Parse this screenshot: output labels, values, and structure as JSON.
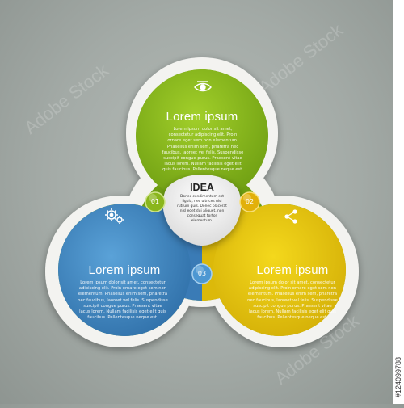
{
  "watermark": {
    "text": "Adobe Stock"
  },
  "stock_id": {
    "text": "#124099788"
  },
  "center": {
    "title": "IDEA",
    "body": "Donec condimentum est ligula, nec ultrices nisl rutrum quis. Donec placerat nisl eget dui aliquet, non consequat tortor elementum."
  },
  "segments": [
    {
      "id": "01",
      "color": "#8ab61c",
      "title": "Lorem ipsum",
      "icon": "eye-icon",
      "body": "Lorem ipsum dolor sit amet, consectetur adipiscing elit. Proin ornare eget sem non elementum. Phasellus enim sem, pharetra nec faucibus, laoreet vel felis. Suspendisse suscipit congue purus. Praesent vitae lacus lorem. Nullam facilisis eget elit quis faucibus. Pellentesque neque est."
    },
    {
      "id": "02",
      "color": "#e2c30a",
      "title": "Lorem ipsum",
      "icon": "share-icon",
      "body": "Lorem ipsum dolor sit amet, consectetur adipiscing elit. Proin ornare eget sem non elementum. Phasellus enim sem, pharetra nec faucibus, laoreet vel felis. Suspendisse suscipit congue purus. Praesent vitae lacus lorem. Nullam facilisis eget elit quis faucibus. Pellentesque neque est."
    },
    {
      "id": "03",
      "color": "#3f85c1",
      "title": "Lorem ipsum",
      "icon": "gears-icon",
      "body": "Lorem ipsum dolor sit amet, consectetur adipiscing elit. Proin ornare eget sem non elementum. Phasellus enim sem, pharetra nec faucibus, laoreet vel felis. Suspendisse suscipit congue purus. Praesent vitae lacus lorem. Nullam facilisis eget elit quis faucibus. Pellentesque neque est."
    }
  ]
}
